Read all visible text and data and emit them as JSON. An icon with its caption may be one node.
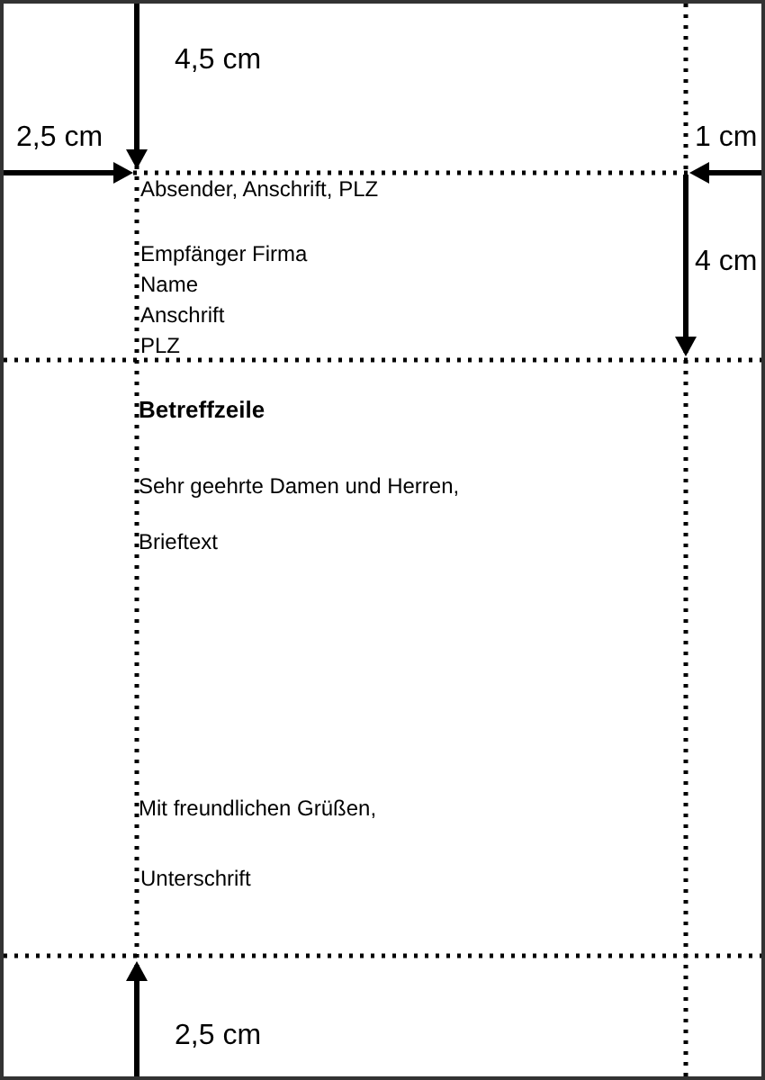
{
  "diagram": {
    "labels": [
      "4,5 cm",
      "2,5 cm",
      "1 cm",
      "Absender, Anschrift, PLZ",
      "Empfänger Firma",
      "Name",
      "4 cm",
      "Anschrift",
      "PLZ",
      "Betreffzeile",
      "Sehr geehrte Damen und Herren,",
      "Brieftext",
      "Mit freundlichen Grüßen,",
      "Unterschrift",
      "2,5 cm"
    ]
  }
}
